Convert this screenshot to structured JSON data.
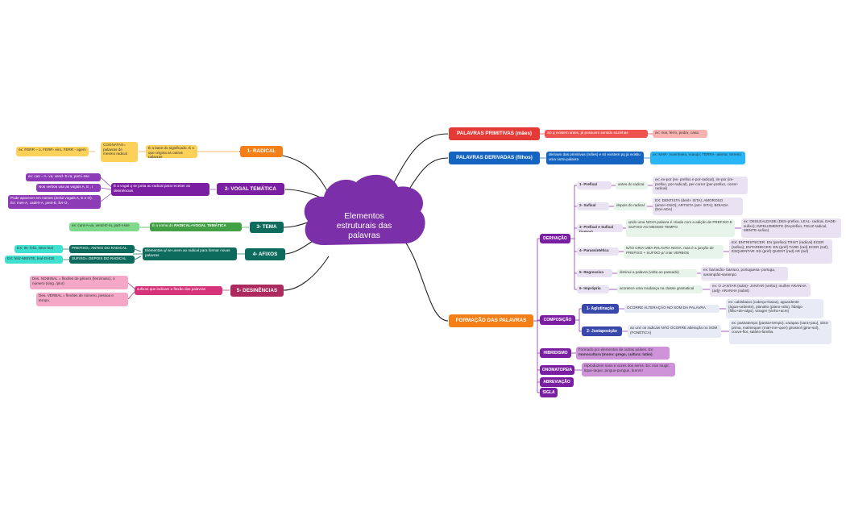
{
  "title": "Elementos estruturais das palavras",
  "colors": {
    "cloud": "#7b2fa8",
    "orange": "#f57f17",
    "purple": "#7b1fa2",
    "teal_dark": "#0d6b5e",
    "green": "#43a047",
    "pink_dark": "#ad2a5f",
    "red": "#e53935",
    "blue": "#1565c0",
    "lavender": "#e8e2f2",
    "lightgreen": "#e6f4ea"
  },
  "left": {
    "radical": {
      "label": "1- RADICAL",
      "desc": "É a base do significado. É o que origina as outras palavras",
      "cognatas": "COGNATAS= palavras de mesmo radical",
      "ex": "ex: FERR – o, FERR- eiro, FERR - agem"
    },
    "vogal": {
      "label": "2- VOGAL TEMÁTICA",
      "desc": "É a vogal q se junta ao radical para receber as desinências",
      "ex1": "ex: cas – A- va, vend- E-ra, part-i-sse",
      "ex2": "Nos verbos usa as vogais A, E , I",
      "ex3": "Pode aparecer em nomes (inclui vogais A, E e O). Ex: mes-A, cadeir-A, pent-E, livr-O,"
    },
    "tema": {
      "label": "3- TEMA",
      "desc_pre": "É a soma do ",
      "desc_bold": "RADICAL+VOGAL TEMÁTICA",
      "ex": "ex: cant-A-va, vend-E-ra, part-I-sse"
    },
    "afixos": {
      "label": "4- AFIXOS",
      "desc": "Elementos q/ se unem ao radical para formar novas palavras",
      "prefixo": "PREFIXO= ANTES DO RADICAL",
      "sufixo": "SUFIXO= DEPOIS DO RADICAL",
      "ex_prefixo": "EX: IN- feliz, DES-leal",
      "ex_sufixo": "EX: feliz-MENTE, leal-DADE"
    },
    "desinencias": {
      "label": "5- DESINÊNCIAS",
      "desc": "sufixos que indicam a flexão das palavras",
      "nominal": "Des. NOMINAL = flexões de gênero (fem/masc), o número (sing. /plur)",
      "verbal": "Des. VERBAL = flexões de número, pessoa e tempo."
    }
  },
  "right": {
    "primitivas": {
      "label": "PALAVRAS PRIMITIVAS (mães)",
      "desc": "Só q existem antes, já possuem sentido sozinhas",
      "ex": "ex: mar, ferro, pedra, casa."
    },
    "derivadas": {
      "label": "PALAVRAS DERIVADAS (filhos)",
      "desc": "derivam das primitivas (mães) e só existem pq já existiu uma outra palavra",
      "ex": "ex: MAR- marinheiro, marujo; TERRA- aterrar, terreiro"
    },
    "formacao": {
      "label": "FORMAÇÃO DAS PALAVRAS",
      "derivacao": {
        "label": "DERIVAÇÃO",
        "items": [
          {
            "label": "1- Prefixal",
            "desc": "antes do radical",
            "ex": "ex: ex-por (ex- prefixo e por-radical), im-por (im-prefixo, por-radical), per-correr (per-prefixo, correr-radical)"
          },
          {
            "label": "2- Sufixal",
            "desc": "depois do radical",
            "ex": "EX: DENTISTA (dent+ ISTA); AMOROSO (amor+OSO); ARTISTA (art+ ISTA); BOIADA (boi+ADA)"
          },
          {
            "label": "3- Prefixal e Sufixal (juntos)",
            "desc": "qndo uma NOVA palavra é criada com a adição de PREFIXO E SUFIXO AO MESMO TEMPO",
            "ex": "ex: DESLEALDADE (DES-prefixo, LEAL- radical, DADE- sufixo); INFELIZMENTE (IN-prefixo, FELIZ-radical, MENTE-sufixo)"
          },
          {
            "label": "4- Parassintética",
            "desc": "NÃO CRIA UMA PALAVRA NOVA, mas é a junção de PREFIXO + SUFIXO p/ criar VERBOS",
            "ex": "EX: ENTRISTECER: EN (prefixo) TRIST (radical) ECER (sufixo); ENTARDECER: EN (pref) TARD (rad) ECER (suf); ESQUENTAR: ES (pref) QUENT (rad) AR (suf)"
          },
          {
            "label": "5- Regressiva",
            "desc": "diminui a palavra (volta ao passado)",
            "ex": "ex: barracão- barraco, portuguesa- portuga, sarampião-sarampo"
          },
          {
            "label": "6- Imprópria",
            "desc": "acontece uma mudança na classe gramatical",
            "ex": "ex: O JANTAR (subs)- JANTAR (verbo); mulher ARANHA (adj)- ARANHA (subst)"
          }
        ]
      },
      "composicao": {
        "label": "COMPOSIÇÃO",
        "aglutinacao": {
          "label": "1- Aglutinação",
          "desc": "OCORRE ALTERAÇÃO NO SOM DA PALAVRA",
          "ex": "ex: cabisbaixo (cabeça+baixa), aguardente (água+ardente), planalto (plano+alto), fidalgo (filho+de+algo), vinagre (vinho+acre)"
        },
        "justaposicao": {
          "label": "2- Justaposição",
          "desc": "ao unir os radicais NÃO OCORRE alteração no SOM (FONÉTICA)",
          "ex": "ex: passatempo (passa+tempo), varapau (vara+pau), obra-prima, malmequer (mal+me+quer) girassol (gira+sol), couve-flor, salário-família."
        }
      },
      "hibridismo": {
        "label": "HIBRIDISMO",
        "desc_pre": "Formado por elementos de outras países. Ex: ",
        "desc_bold": "monocultura (mono: grego, cultura: latim)"
      },
      "onomatopeia": {
        "label": "ONOMATOPEIA",
        "desc": "reproduzem sons e vozes dos seres. Ex: mar mugir, tique-taque, pingue-pongue, bumm!"
      },
      "abreviacao": {
        "label": "ABREVIAÇÃO"
      },
      "sigla": {
        "label": "SIGLA"
      }
    }
  }
}
